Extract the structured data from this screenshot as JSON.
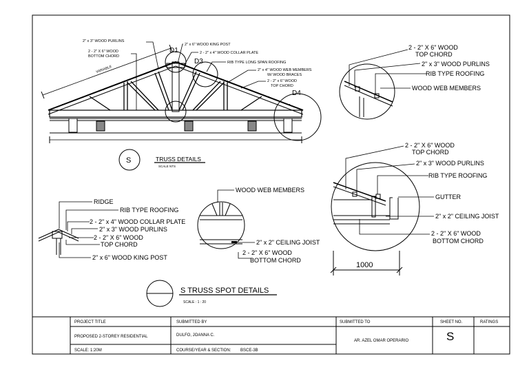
{
  "sheet": {
    "truss_labels": {
      "purlins": "2\" x 3\" WOOD PURLINS",
      "bottom_chord_a": "2 - 2\" X 6\" WOOD",
      "bottom_chord_b": "BOTTOM CHORD",
      "king_post": "2\" x 6\" WOOD KING POST",
      "collar_plate": "2 - 2\" x 4\" WOOD COLLAR PLATE",
      "rib_roofing": "RIB TYPE LONG SPAN ROOFING",
      "web_members_a": "2\" x 4\" WOOD WEB MEMBERS",
      "web_members_b": "W/ WOOD BRACES",
      "top_chord_a": "2 - 2\" x 6\" WOOD",
      "top_chord_b": "TOP CHORD",
      "variable": "VARIABLE",
      "d1": "D1",
      "d3": "D3",
      "d4": "D4"
    },
    "truss_title": {
      "symbol": "S",
      "title": "TRUSS DETAILS",
      "scale": "SCALE NTS"
    },
    "d3_detail": {
      "top_chord_a": "2 - 2\" X 6\" WOOD",
      "top_chord_b": "TOP CHORD",
      "purlins": "2\" x 3\" WOOD PURLINS",
      "roofing": "RIB TYPE ROOFING",
      "web": "WOOD WEB MEMBERS"
    },
    "d1_detail": {
      "ridge": "RIDGE",
      "roofing": "RIB TYPE ROOFING",
      "collar": "2 - 2\" x 4\" WOOD COLLAR PLATE",
      "purlins": "2\" x 3\" WOOD PURLINS",
      "top_chord_a": "2 - 2\" X 6\" WOOD",
      "top_chord_b": "TOP CHORD",
      "king_post": "2\" x 6\" WOOD KING POST"
    },
    "d2_detail": {
      "web": "WOOD WEB MEMBERS",
      "joist": "2\" x 2\" CEILING JOIST",
      "bottom_chord_a": "2 - 2\" X 6\" WOOD",
      "bottom_chord_b": "BOTTOM CHORD"
    },
    "d4_detail": {
      "top_chord_a": "2 - 2\" X 6\" WOOD",
      "top_chord_b": "TOP CHORD",
      "purlins": "2\" x 3\" WOOD PURLINS",
      "roofing": "RIB TYPE ROOFING",
      "gutter": "GUTTER",
      "joist": "2\" x 2\" CEILING JOIST",
      "bottom_chord_a": "2 - 2\" X 6\" WOOD",
      "bottom_chord_b": "BOTTOM CHORD",
      "dimension": "1000"
    },
    "spot_title": {
      "title": "S TRUSS SPOT DETAILS",
      "scale": "SCALE : 1 : 20"
    },
    "title_block": {
      "project_title_label": "PROJECT TITLE",
      "project_title": "PROPOSED 2-STOREY RESIDENTIAL",
      "scale": "SCALE:   1:20M",
      "submitted_by_label": "SUBMITTED BY",
      "submitted_by": "DULFO, JOANNA C.",
      "course_label": "COURSE/YEAR & SECTION:",
      "course": "BSCE-3B",
      "submitted_to_label": "SUBMITTED TO",
      "submitted_to": "AR. AZEL OMAR OPERARIO",
      "sheet_no_label": "SHEET NO.",
      "sheet_no": "S",
      "ratings_label": "RATINGS"
    }
  }
}
